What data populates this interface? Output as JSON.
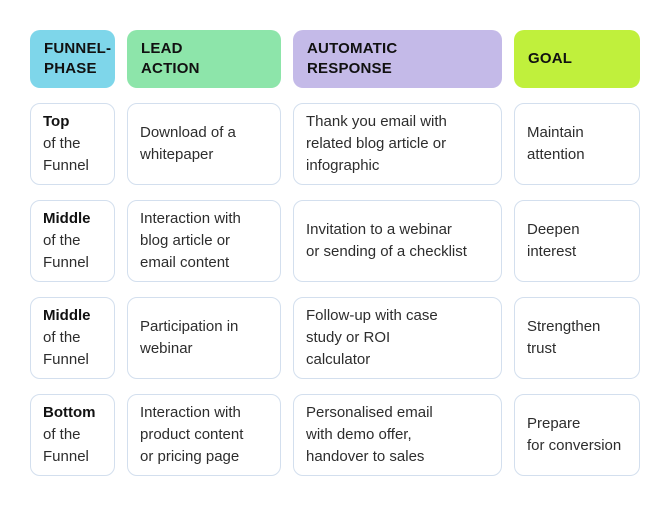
{
  "colors": {
    "background": "#FFFFFF",
    "funnel_phase_header": "#7ED6EA",
    "lead_action_header": "#8DE5AA",
    "automatic_response_header": "#C4BAE8",
    "goal_header": "#C0F03C",
    "cell_border": "#D3DFEE",
    "header_text": "#111111",
    "body_text": "#2D2D2D"
  },
  "table": {
    "columns": [
      {
        "id": "funnel-phase",
        "label": "FUNNEL-\nPHASE",
        "color": "#7ED6EA"
      },
      {
        "id": "lead-action",
        "label": "LEAD\nACTION",
        "color": "#8DE5AA"
      },
      {
        "id": "automatic-response",
        "label": "AUTOMATIC\nRESPONSE",
        "color": "#C4BAE8"
      },
      {
        "id": "goal",
        "label": "GOAL",
        "color": "#C0F03C"
      }
    ],
    "rows": [
      {
        "phase_bold": "Top",
        "phase_rest": "of the\nFunnel",
        "lead_action": "Download of a\nwhitepaper",
        "automatic_response": "Thank you email with\nrelated blog article or\ninfographic",
        "goal": "Maintain\nattention"
      },
      {
        "phase_bold": "Middle",
        "phase_rest": "of the\nFunnel",
        "lead_action": "Interaction with\nblog article or\nemail content",
        "automatic_response": "Invitation to a webinar\nor sending of a checklist",
        "goal": "Deepen\ninterest"
      },
      {
        "phase_bold": "Middle",
        "phase_rest": "of the\nFunnel",
        "lead_action": "Participation in\nwebinar",
        "automatic_response": "Follow-up with case\nstudy or ROI\ncalculator",
        "goal": "Strengthen\ntrust"
      },
      {
        "phase_bold": "Bottom",
        "phase_rest": "of the\nFunnel",
        "lead_action": "Interaction with\nproduct content\nor pricing page",
        "automatic_response": "Personalised email\nwith demo offer,\nhandover to sales",
        "goal": "Prepare\nfor conversion"
      }
    ]
  }
}
